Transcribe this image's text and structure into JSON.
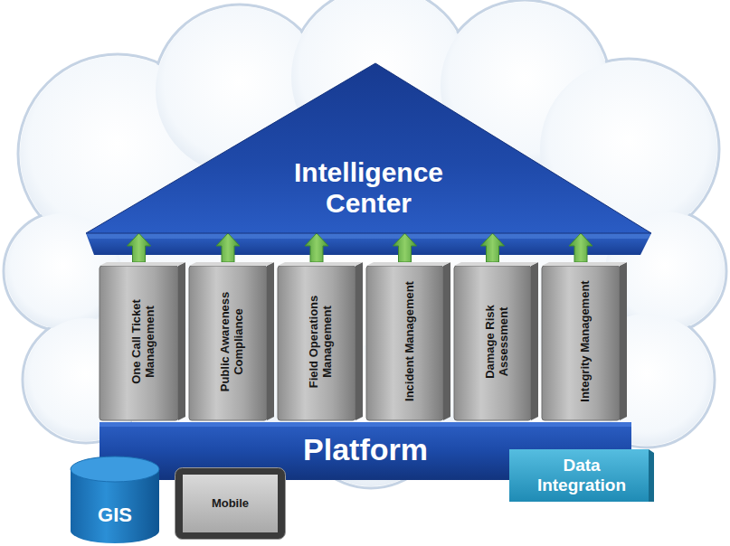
{
  "diagram": {
    "nodes": [
      {
        "text": [
          "Intelligence Center"
        ]
      },
      {
        "text": [
          "One Call Ticket Management"
        ]
      },
      {
        "text": [
          "Public Awareness Compliance"
        ]
      },
      {
        "text": [
          "Field Operations Management"
        ]
      },
      {
        "text": [
          "Incident Management"
        ]
      },
      {
        "text": [
          "Damage Risk Assessment"
        ]
      },
      {
        "text": [
          "Integrity Management"
        ]
      },
      {
        "text": [
          "Platform"
        ]
      },
      {
        "text": [
          "GIS"
        ]
      },
      {
        "text": [
          "Mobile"
        ]
      },
      {
        "text": [
          "Data Integration"
        ]
      }
    ],
    "edges": [
      {
        "from": 1,
        "to": 0,
        "arrow": "to"
      },
      {
        "from": 2,
        "to": 0,
        "arrow": "to"
      },
      {
        "from": 3,
        "to": 0,
        "arrow": "to"
      },
      {
        "from": 4,
        "to": 0,
        "arrow": "to"
      },
      {
        "from": 5,
        "to": 0,
        "arrow": "to"
      },
      {
        "from": 6,
        "to": 0,
        "arrow": "to"
      }
    ]
  }
}
